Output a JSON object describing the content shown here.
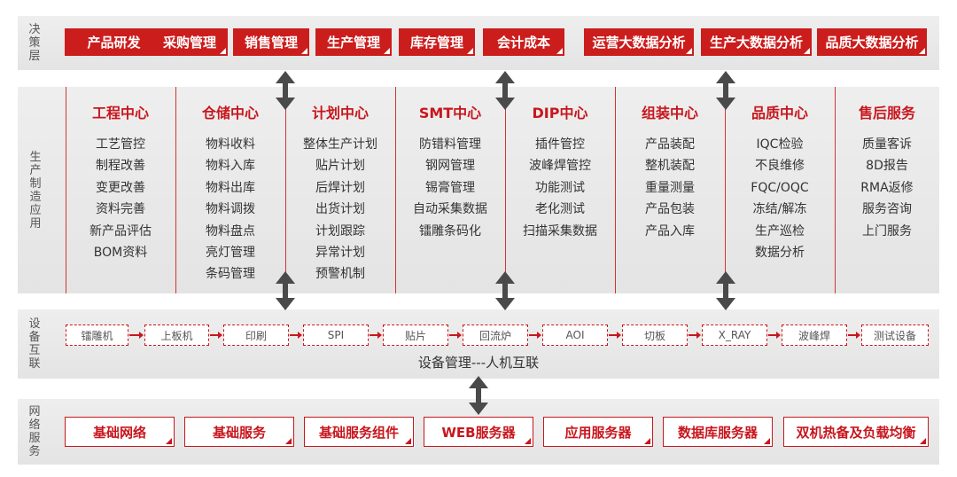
{
  "decision": {
    "label": "决策层",
    "buttons": [
      "产品研发",
      "采购管理",
      "销售管理",
      "生产管理",
      "库存管理",
      "会计成本",
      "运营大数据分析",
      "生产大数据分析",
      "品质大数据分析"
    ]
  },
  "production": {
    "label": "生产制造应用",
    "columns": [
      {
        "title": "工程中心",
        "items": [
          "工艺管控",
          "制程改善",
          "变更改善",
          "资料完善",
          "新产品评估",
          "BOM资料"
        ]
      },
      {
        "title": "仓储中心",
        "items": [
          "物料收料",
          "物料入库",
          "物料出库",
          "物料调拨",
          "物料盘点",
          "亮灯管理",
          "条码管理"
        ]
      },
      {
        "title": "计划中心",
        "items": [
          "整体生产计划",
          "贴片计划",
          "后焊计划",
          "出货计划",
          "计划跟踪",
          "异常计划",
          "预警机制"
        ]
      },
      {
        "title": "SMT中心",
        "items": [
          "防错料管理",
          "钢网管理",
          "锡膏管理",
          "自动采集数据",
          "镭雕条码化"
        ]
      },
      {
        "title": "DIP中心",
        "items": [
          "插件管控",
          "波峰焊管控",
          "功能测试",
          "老化测试",
          "扫描采集数据"
        ]
      },
      {
        "title": "组装中心",
        "items": [
          "产品装配",
          "整机装配",
          "重量测量",
          "产品包装",
          "产品入库"
        ]
      },
      {
        "title": "品质中心",
        "items": [
          "IQC检验",
          "不良维修",
          "FQC/OQC",
          "冻结/解冻",
          "生产巡检",
          "数据分析"
        ]
      },
      {
        "title": "售后服务",
        "items": [
          "质量客诉",
          "8D报告",
          "RMA返修",
          "服务咨询",
          "上门服务"
        ]
      }
    ]
  },
  "devices": {
    "label": "设备互联",
    "items": [
      "镭雕机",
      "上板机",
      "印刷",
      "SPI",
      "贴片",
      "回流炉",
      "AOI",
      "切板",
      "X_RAY",
      "波峰焊",
      "测试设备"
    ],
    "caption": "设备管理---人机互联"
  },
  "network": {
    "label": "网络服务",
    "items": [
      "基础网络",
      "基础服务",
      "基础服务组件",
      "WEB服务器",
      "应用服务器",
      "数据库服务器",
      "双机热备及负载均衡"
    ]
  },
  "colors": {
    "accent": "#c8161d",
    "band": "#e9e9e9",
    "arrow": "#4a4a4a"
  }
}
